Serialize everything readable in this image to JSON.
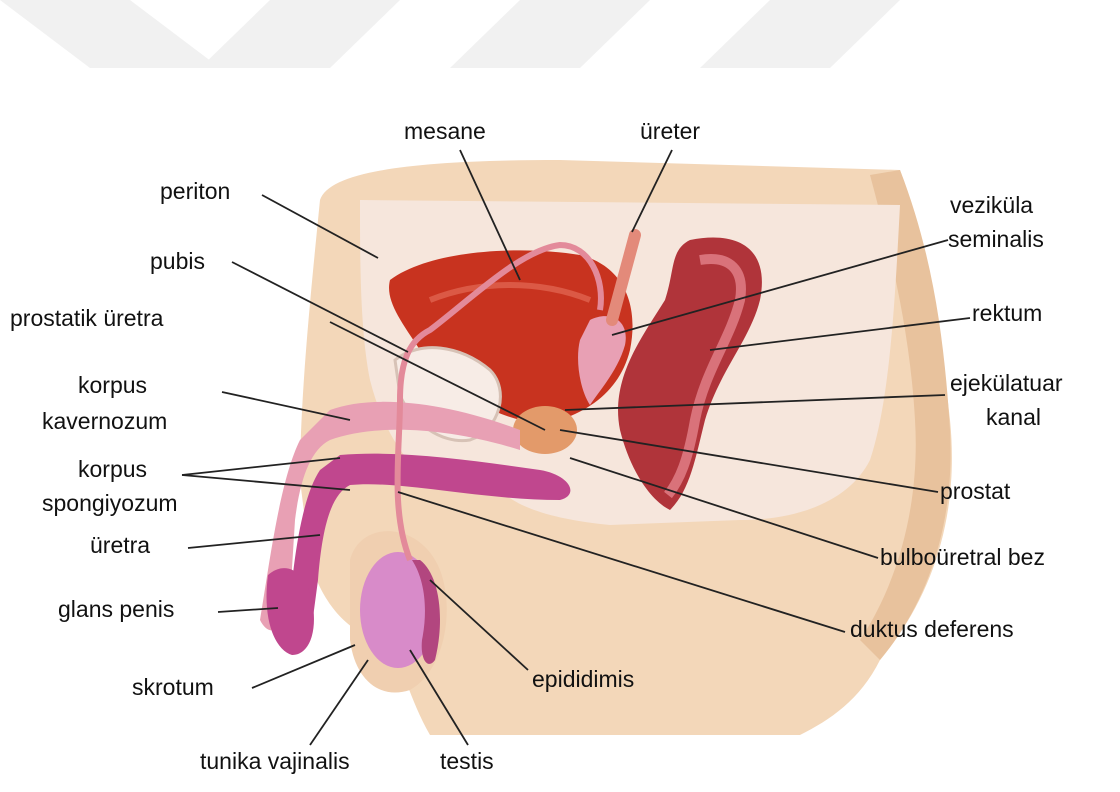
{
  "colors": {
    "watermark": "#f1f1f1",
    "skin": "#f3d7b9",
    "skin_shade": "#e8c29d",
    "body_section": "#f6e6dc",
    "muscle_red": "#c8331f",
    "pink_tissue": "#e8a0b4",
    "magenta": "#c0478e",
    "duct_pink": "#e38a9a",
    "testis_pink": "#d88bc9",
    "leader": "#222222"
  },
  "labels": {
    "mesane": "mesane",
    "ureter": "üreter",
    "periton": "periton",
    "vezikula_1": "veziküla",
    "vezikula_2": "seminalis",
    "pubis": "pubis",
    "rektum": "rektum",
    "prostatik": "prostatik üretra",
    "ejek_1": "ejekülatuar",
    "ejek_2": "kanal",
    "kav_1": "korpus",
    "kav_2": "kavernozum",
    "spong_1": "korpus",
    "spong_2": "spongiyozum",
    "prostat": "prostat",
    "uretra": "üretra",
    "bulbo": "bulboüretral bez",
    "glans": "glans penis",
    "duktus": "duktus deferens",
    "skrotum": "skrotum",
    "epididimis": "epididimis",
    "tunika": "tunika vajinalis",
    "testis": "testis"
  }
}
